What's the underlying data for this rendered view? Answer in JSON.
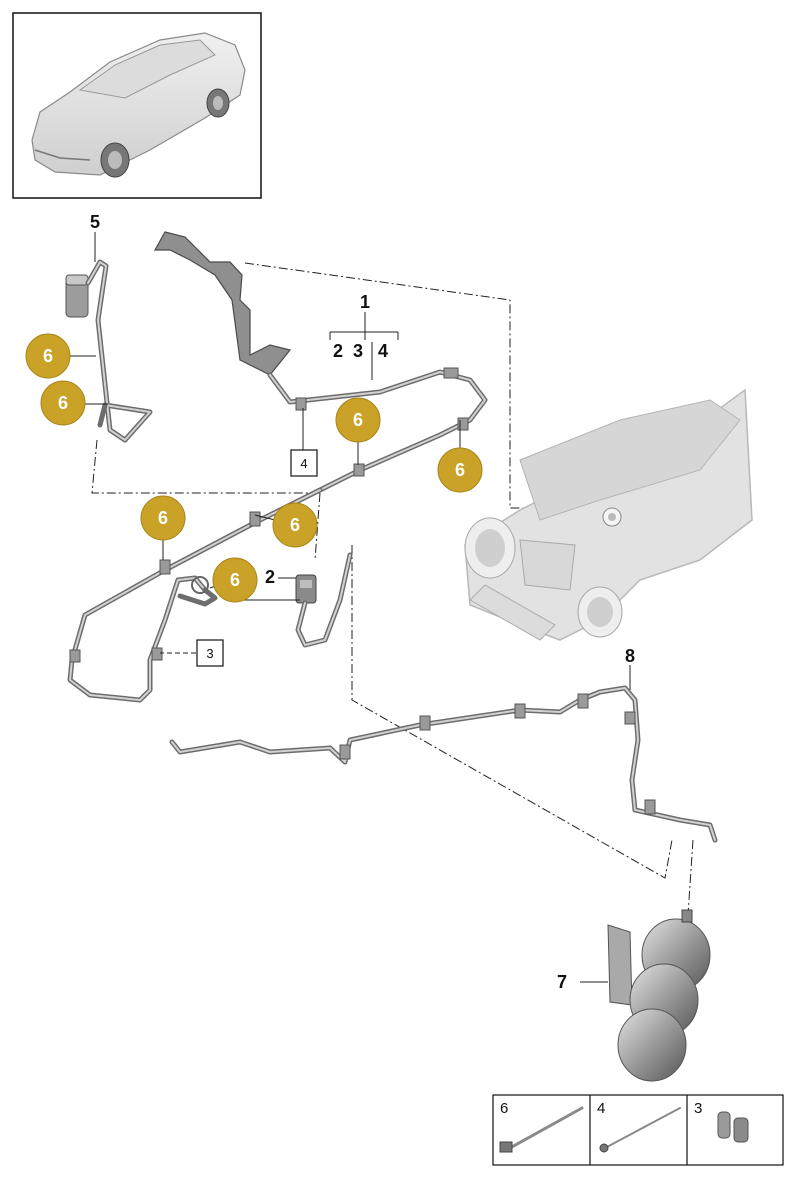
{
  "callouts": {
    "c1": "1",
    "c2": "2",
    "c3": "3",
    "c4": "4",
    "c5": "5",
    "c7": "7",
    "c8": "8"
  },
  "badges": [
    "6",
    "6",
    "6",
    "6",
    "6",
    "6",
    "6"
  ],
  "ref_boxes": {
    "box4": "4",
    "box3": "3"
  },
  "legend": {
    "cell6": "6",
    "cell4": "4",
    "cell3": "3"
  },
  "colors": {
    "badge": "#c9a227",
    "pipe": "#6d6d6d"
  }
}
